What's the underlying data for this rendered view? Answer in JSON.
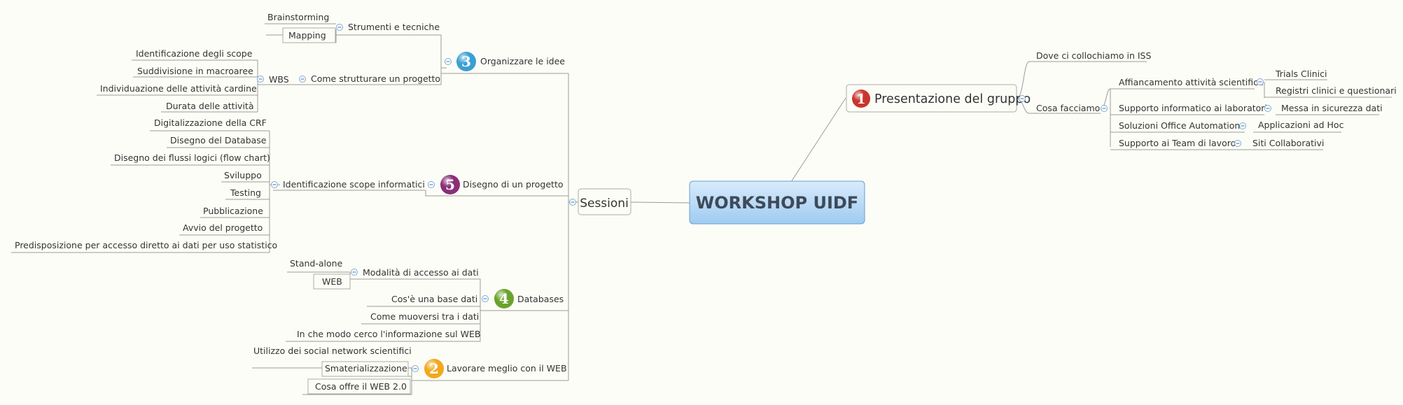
{
  "map": {
    "central": "WORKSHOP UIDF",
    "presentazione": {
      "label": "Presentazione del gruppo",
      "number": "1",
      "color": "#c8362c",
      "items": {
        "dove": "Dove ci collochiamo in ISS",
        "cosa": "Cosa facciamo",
        "affiancamento": "Affiancamento attività scientifica",
        "trials": "Trials Clinici",
        "registri": "Registri clinici e questionari",
        "supporto_lab": "Supporto informatico ai laboratori",
        "messa": "Messa in sicurezza dati",
        "office": "Soluzioni Office Automation",
        "applicazioni": "Applicazioni ad Hoc",
        "team": "Supporto ai Team di lavoro",
        "siti": "Siti Collaborativi"
      }
    },
    "sessioni": {
      "label": "Sessioni",
      "organizzare": {
        "label": "Organizzare le idee",
        "number": "3",
        "color": "#3a9fd4",
        "strumenti": "Strumenti e tecniche",
        "brainstorming": "Brainstorming",
        "mapping": "Mapping",
        "come_strutturare": "Come strutturare un progetto",
        "wbs": "WBS",
        "identificazione_scope": "Identificazione degli scope",
        "suddivisione": "Suddivisione in macroaree",
        "individuazione": "Individuazione delle attività cardine",
        "durata": "Durata delle attività"
      },
      "disegno": {
        "label": "Disegno di un progetto",
        "number": "5",
        "color": "#8a2f78",
        "identificazione": "Identificazione scope informatici",
        "digitalizzazione": "Digitalizzazione della CRF",
        "disegno_db": "Disegno del Database",
        "flussi": "Disegno dei flussi logici (flow chart)",
        "sviluppo": "Sviluppo",
        "testing": "Testing",
        "pubblicazione": "Pubblicazione",
        "avvio": "Avvio del progetto",
        "predisposizione": "Predisposizione per accesso diretto ai dati per uso statistico"
      },
      "databases": {
        "label": "Databases",
        "number": "4",
        "color": "#6aa22d",
        "modalita": "Modalità di accesso ai dati",
        "standalone": "Stand-alone",
        "web": "WEB",
        "base_dati": "Cos'è una base dati",
        "muoversi": "Come muoversi tra i dati",
        "cerco": "In che modo cerco l'informazione sul WEB"
      },
      "web": {
        "label": "Lavorare meglio con il WEB",
        "number": "2",
        "color": "#f2a81d",
        "social": "Utilizzo dei social network scientifici",
        "smaterializzazione": "Smaterializzazione",
        "web20": "Cosa offre il WEB 2.0"
      }
    }
  }
}
